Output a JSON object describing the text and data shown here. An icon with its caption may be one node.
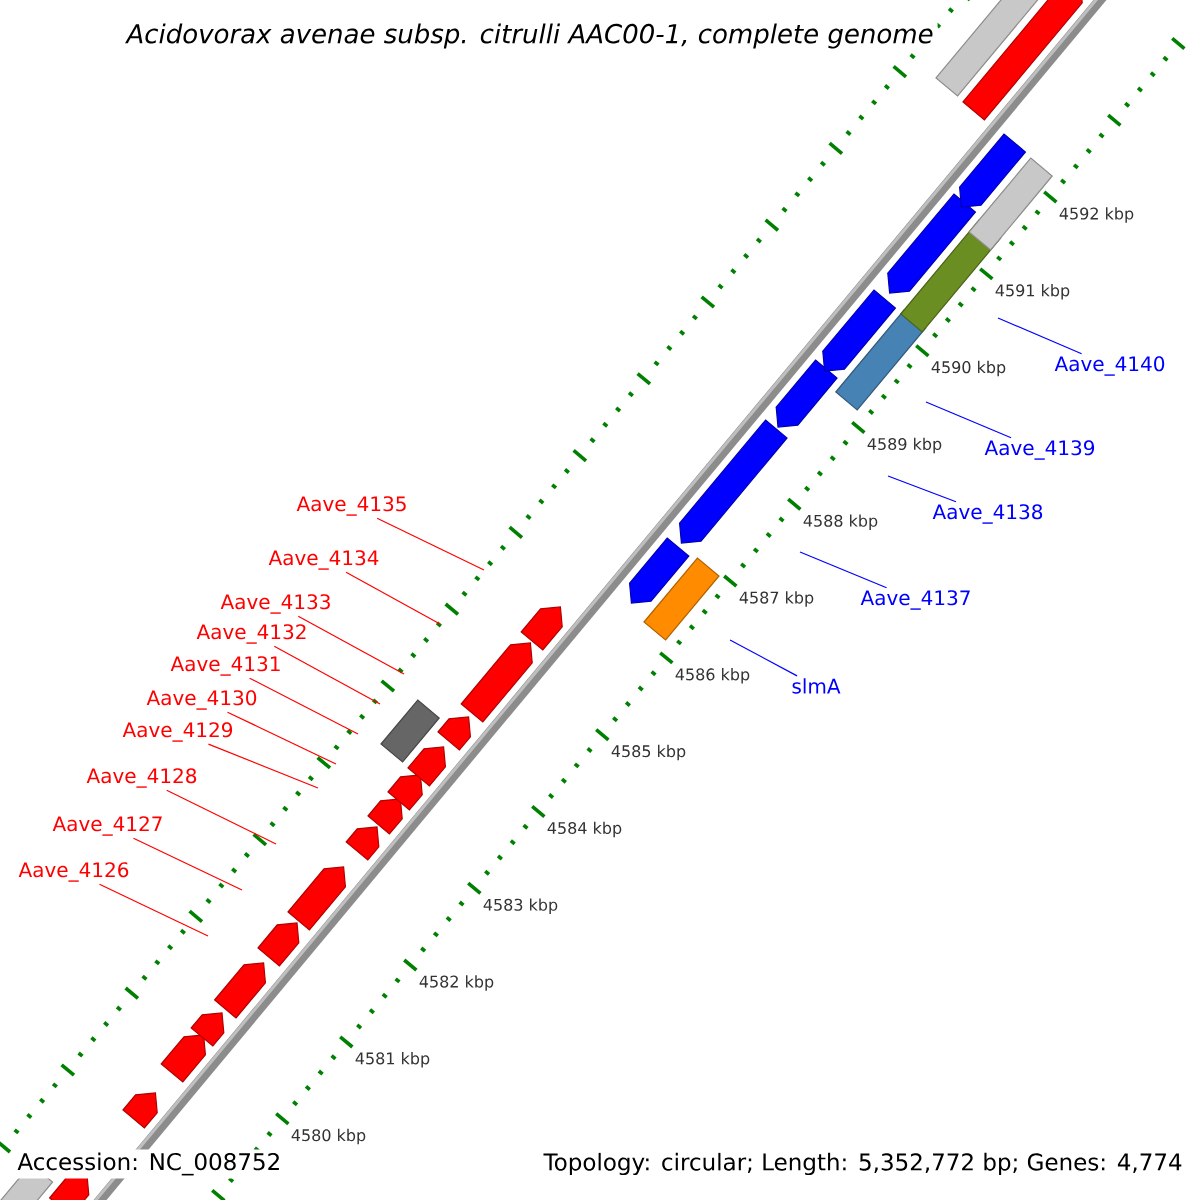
{
  "diagram": {
    "title": "Acidovorax avenae subsp. citrulli AAC00-1, complete genome",
    "nodes": [
      {
        "text": [
          "Aave_4135"
        ]
      },
      {
        "text": [
          "Aave_4134"
        ]
      },
      {
        "text": [
          "Aave_4133"
        ]
      },
      {
        "text": [
          "Aave_4132"
        ]
      },
      {
        "text": [
          "Aave_4131"
        ]
      },
      {
        "text": [
          "Aave_4130"
        ]
      },
      {
        "text": [
          "Aave_4129"
        ]
      },
      {
        "text": [
          "Aave_4128"
        ]
      },
      {
        "text": [
          "Aave_4127"
        ]
      },
      {
        "text": [
          "Aave_4126"
        ]
      },
      {
        "text": [
          "Aave_4140"
        ]
      },
      {
        "text": [
          "Aave_4139"
        ]
      },
      {
        "text": [
          "Aave_4138"
        ]
      },
      {
        "text": [
          "Aave_4137"
        ]
      },
      {
        "text": [
          "slmA"
        ]
      }
    ],
    "edges": [
      {
        "from": 0,
        "to": null,
        "arrow": "none"
      },
      {
        "from": 1,
        "to": null,
        "arrow": "none"
      },
      {
        "from": 2,
        "to": null,
        "arrow": "none"
      },
      {
        "from": 3,
        "to": null,
        "arrow": "none"
      },
      {
        "from": 4,
        "to": null,
        "arrow": "none"
      },
      {
        "from": 5,
        "to": null,
        "arrow": "none"
      },
      {
        "from": 6,
        "to": null,
        "arrow": "none"
      },
      {
        "from": 7,
        "to": null,
        "arrow": "none"
      },
      {
        "from": 8,
        "to": null,
        "arrow": "none"
      },
      {
        "from": 9,
        "to": null,
        "arrow": "none"
      },
      {
        "from": 10,
        "to": null,
        "arrow": "none",
        "color": "#0000ff"
      },
      {
        "from": 11,
        "to": null,
        "arrow": "none",
        "color": "#0000ff"
      },
      {
        "from": 12,
        "to": null,
        "arrow": "none",
        "color": "#0000ff"
      },
      {
        "from": 13,
        "to": null,
        "arrow": "none",
        "color": "#0000ff"
      },
      {
        "from": 14,
        "to": null,
        "arrow": "none",
        "color": "#0000ff"
      }
    ],
    "labels": [
      "4592 kbp",
      "4591 kbp",
      "4590 kbp",
      "4589 kbp",
      "4588 kbp",
      "4587 kbp",
      "4586 kbp",
      "4585 kbp",
      "4584 kbp",
      "4583 kbp",
      "4582 kbp",
      "4581 kbp",
      "4580 kbp",
      "Accession: NC_008752",
      "Topology: circular; Length: 5,352,772 bp; Genes: 4,774"
    ]
  }
}
